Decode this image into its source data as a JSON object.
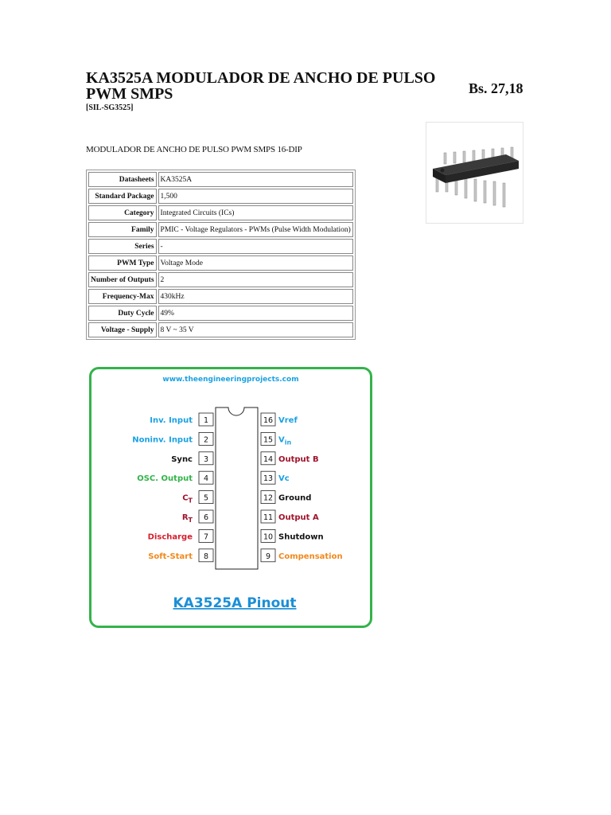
{
  "product": {
    "title": "KA3525A MODULADOR DE ANCHO DE PULSO PWM SMPS",
    "sku": "[SIL-SG3525]",
    "price": "Bs.  27,18",
    "subtitle": "MODULADOR DE ANCHO DE PULSO PWM SMPS  16-DIP"
  },
  "specs": [
    {
      "key": "Datasheets",
      "value": "KA3525A"
    },
    {
      "key": "Standard Package",
      "value": "1,500"
    },
    {
      "key": "Category",
      "value": "Integrated Circuits (ICs)"
    },
    {
      "key": "Family",
      "value": "PMIC - Voltage Regulators - PWMs (Pulse Width Modulation)"
    },
    {
      "key": "Series",
      "value": "-"
    },
    {
      "key": "PWM Type",
      "value": "Voltage Mode"
    },
    {
      "key": "Number of Outputs",
      "value": "2"
    },
    {
      "key": "Frequency-Max",
      "value": "430kHz"
    },
    {
      "key": "Duty Cycle",
      "value": "49%"
    },
    {
      "key": "Voltage - Supply",
      "value": "8 V ~ 35 V"
    }
  ],
  "pinout": {
    "website": "www.theengineeringprojects.com",
    "caption": "KA3525A Pinout",
    "border_color": "#33b34a",
    "left_pins": [
      {
        "num": "1",
        "label": "Inv. Input",
        "sub": "",
        "color": "#1ba1e2"
      },
      {
        "num": "2",
        "label": "Noninv. Input",
        "sub": "",
        "color": "#1ba1e2"
      },
      {
        "num": "3",
        "label": "Sync",
        "sub": "",
        "color": "#111111"
      },
      {
        "num": "4",
        "label": "OSC. Output",
        "sub": "",
        "color": "#33b34a"
      },
      {
        "num": "5",
        "label": "C",
        "sub": "T",
        "color": "#a0142c"
      },
      {
        "num": "6",
        "label": "R",
        "sub": "T",
        "color": "#a0142c"
      },
      {
        "num": "7",
        "label": "Discharge",
        "sub": "",
        "color": "#d51f2e"
      },
      {
        "num": "8",
        "label": "Soft-Start",
        "sub": "",
        "color": "#f0891d"
      }
    ],
    "right_pins": [
      {
        "num": "16",
        "label": "Vref",
        "sub": "",
        "color": "#1ba1e2"
      },
      {
        "num": "15",
        "label": "V",
        "sub": "in",
        "color": "#1ba1e2"
      },
      {
        "num": "14",
        "label": "Output B",
        "sub": "",
        "color": "#a0142c"
      },
      {
        "num": "13",
        "label": "Vc",
        "sub": "",
        "color": "#1ba1e2"
      },
      {
        "num": "12",
        "label": "Ground",
        "sub": "",
        "color": "#111111"
      },
      {
        "num": "11",
        "label": "Output A",
        "sub": "",
        "color": "#a0142c"
      },
      {
        "num": "10",
        "label": "Shutdown",
        "sub": "",
        "color": "#111111"
      },
      {
        "num": "9",
        "label": "Compensation",
        "sub": "",
        "color": "#f0891d"
      }
    ]
  }
}
